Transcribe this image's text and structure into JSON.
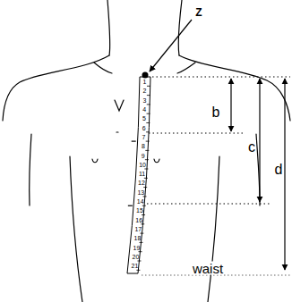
{
  "diagram": {
    "labels": [
      "Z",
      "1",
      "2",
      "3",
      "4",
      "5",
      "6",
      "7",
      "8",
      "9",
      "10",
      "11",
      "12",
      "13",
      "14",
      "15",
      "16",
      "17",
      "18",
      "19",
      "20",
      "21",
      "b",
      "c",
      "d",
      "waist"
    ]
  }
}
